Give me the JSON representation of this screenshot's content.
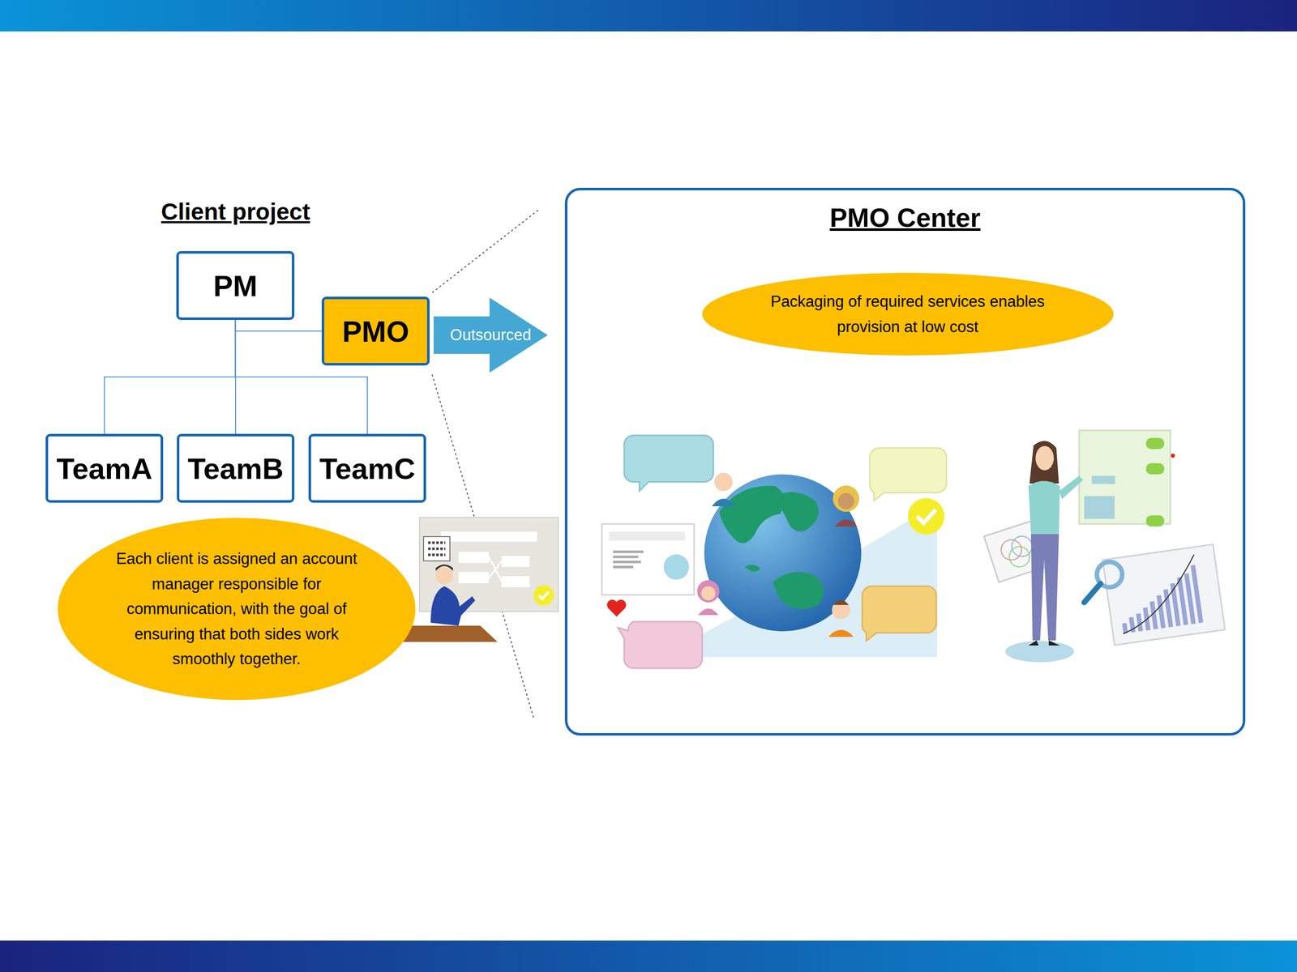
{
  "diagram": {
    "nodes": [
      {
        "text": [
          "PM"
        ]
      },
      {
        "text": [
          "PMO"
        ]
      },
      {
        "text": [
          "Outsourced"
        ]
      },
      {
        "text": [
          "TeamA"
        ]
      },
      {
        "text": [
          "TeamB"
        ]
      },
      {
        "text": [
          "TeamC"
        ]
      },
      {
        "text": [
          "Each client is assigned an account manager responsible for communication, with the goal of ensuring that both sides work smoothly together."
        ]
      },
      {
        "text": [
          "PMO Center"
        ]
      },
      {
        "text": [
          "Packaging of required services enables provision at low cost"
        ],
        "in": 7
      }
    ],
    "edges": [
      {
        "from": 0,
        "to": 1,
        "arrow": "none"
      },
      {
        "from": 0,
        "to": 3,
        "arrow": "none"
      },
      {
        "from": 0,
        "to": 4,
        "arrow": "none"
      },
      {
        "from": 0,
        "to": 5,
        "arrow": "none"
      }
    ],
    "labels": [
      "Client project"
    ]
  }
}
